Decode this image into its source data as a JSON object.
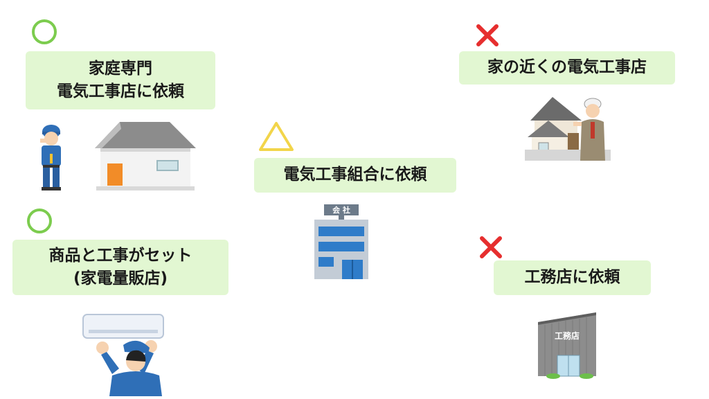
{
  "options": [
    {
      "rating": "○",
      "lines": [
        "家庭専門",
        "電気工事店に依頼"
      ]
    },
    {
      "rating": "○",
      "lines": [
        "商品と工事がセット",
        "(家電量販店)"
      ]
    },
    {
      "rating": "△",
      "lines": [
        "電気工事組合に依頼"
      ]
    },
    {
      "rating": "✕",
      "lines": [
        "家の近くの電気工事店"
      ]
    },
    {
      "rating": "✕",
      "lines": [
        "工務店に依頼"
      ]
    }
  ],
  "signs": {
    "company": "会 社",
    "store": "工務店"
  },
  "colors": {
    "label_bg": "#e2f7d2",
    "circle": "#7ccc4e",
    "triangle": "#f2d54a",
    "cross": "#e62e2e"
  },
  "icons": [
    "circle-mark-icon",
    "triangle-mark-icon",
    "cross-mark-icon",
    "electrician-illustration",
    "house-illustration",
    "aircon-installer-illustration",
    "company-building-illustration",
    "local-shop-illustration",
    "construction-store-illustration"
  ]
}
